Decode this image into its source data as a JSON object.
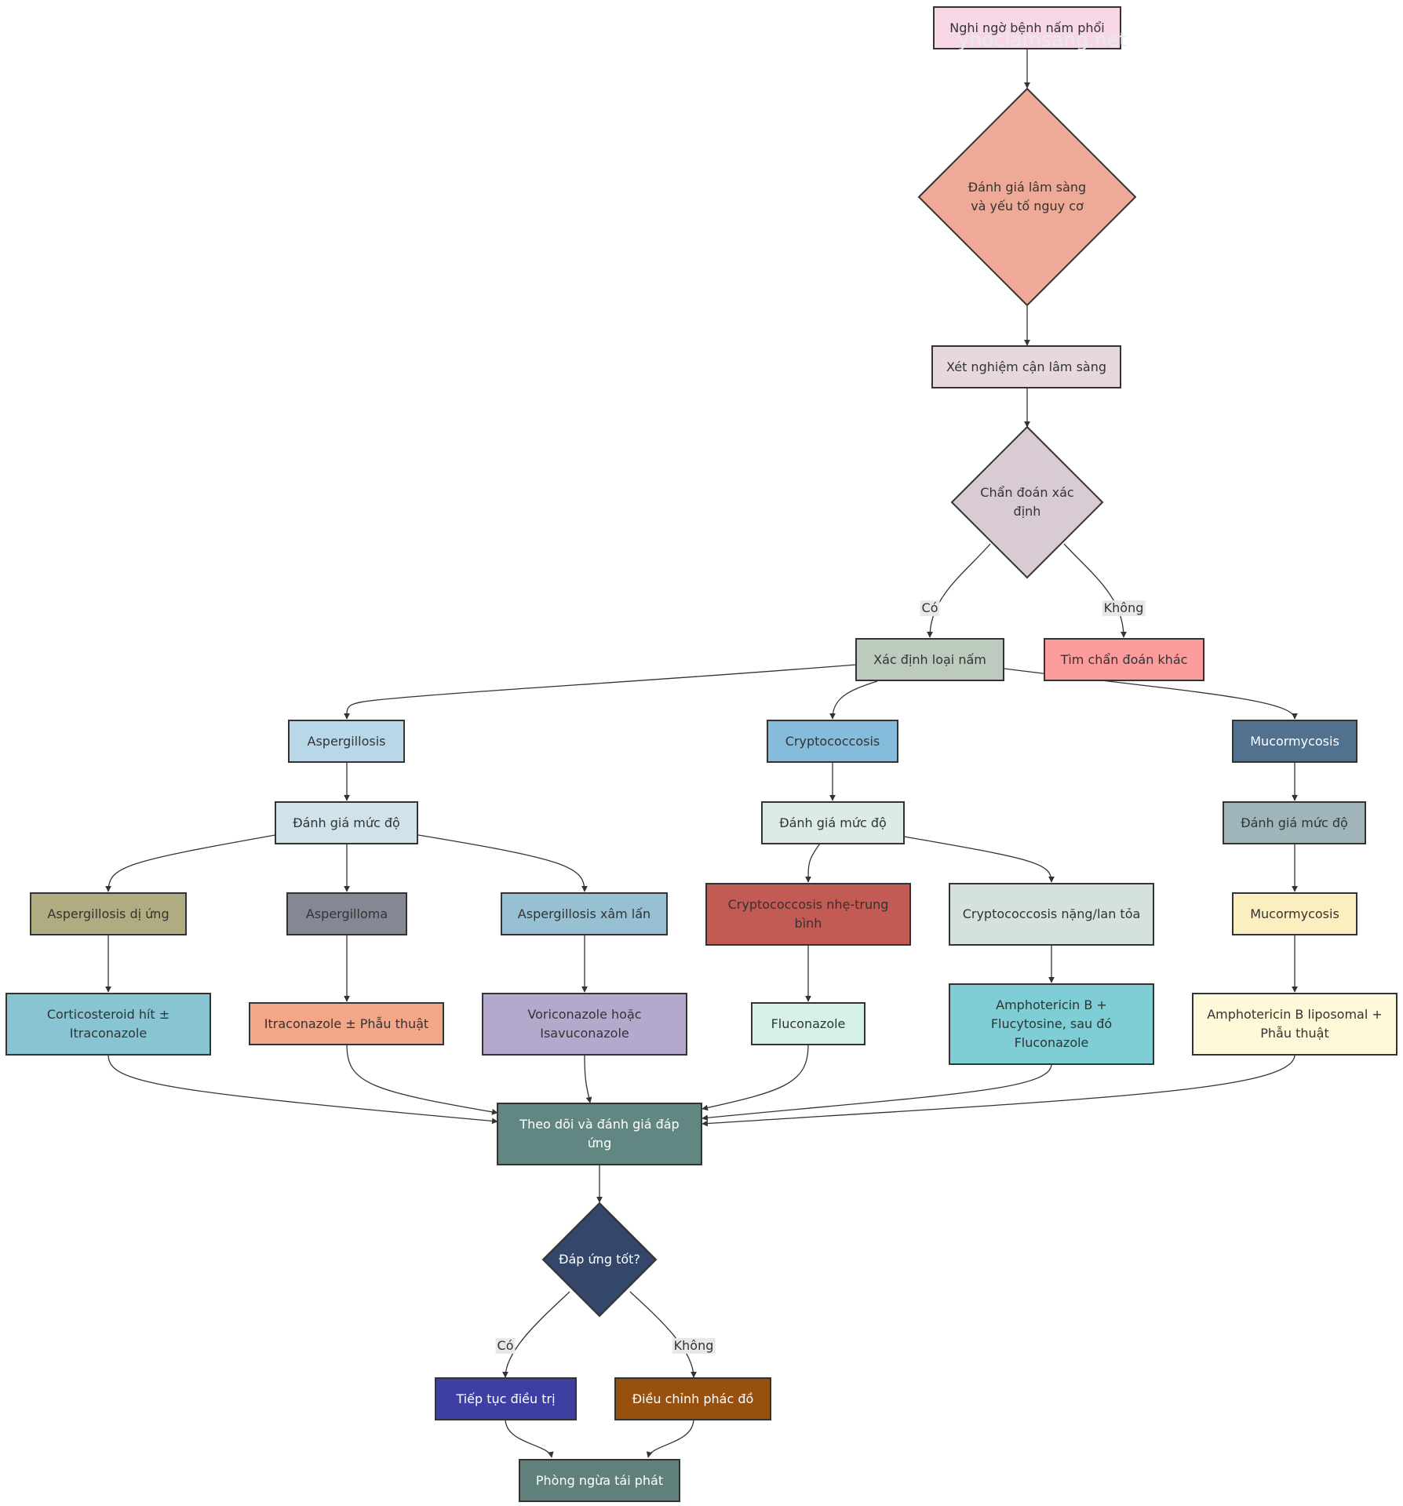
{
  "watermark": "yhoclamsang.net",
  "nodes": {
    "start": "Nghi ngờ bệnh nấm phổi",
    "assess": "Đánh giá lâm sàng và yếu tố nguy cơ",
    "labs": "Xét nghiệm cận lâm sàng",
    "confirm": "Chẩn đoán xác định",
    "identify": "Xác định loại nấm",
    "other": "Tìm chẩn đoán khác",
    "asp": "Aspergillosis",
    "cry": "Cryptococcosis",
    "muc": "Mucormycosis",
    "asp_sev": "Đánh giá mức độ",
    "cry_sev": "Đánh giá mức độ",
    "muc_sev": "Đánh giá mức độ",
    "abpa": "Aspergillosis dị ứng",
    "aspergilloma": "Aspergilloma",
    "invasive": "Aspergillosis xâm lấn",
    "cry_mild": "Cryptococcosis nhẹ-trung bình",
    "cry_severe": "Cryptococcosis nặng/lan tỏa",
    "muc2": "Mucormycosis",
    "tx_abpa": "Corticosteroid hít ± Itraconazole",
    "tx_aspergilloma": "Itraconazole ± Phẫu thuật",
    "tx_invasive": "Voriconazole hoặc Isavuconazole",
    "tx_cry_mild": "Fluconazole",
    "tx_cry_severe": "Amphotericin B + Flucytosine, sau đó Fluconazole",
    "tx_muc": "Amphotericin B liposomal + Phẫu thuật",
    "monitor": "Theo dõi và đánh giá đáp ứng",
    "response": "Đáp ứng tốt?",
    "continue": "Tiếp tục điều trị",
    "adjust": "Điều chỉnh phác đồ",
    "prevent": "Phòng ngừa tái phát"
  },
  "edge_labels": {
    "confirm_yes": "Có",
    "confirm_no": "Không",
    "response_yes": "Có",
    "response_no": "Không"
  },
  "colors": {
    "start": "#f8d7e6",
    "assess": "#eeaa96",
    "labs": "#e6d8dd",
    "confirm": "#d8cbd3",
    "identify": "#bccbbd",
    "other": "#fd9c9c",
    "asp": "#b8d8ea",
    "cry": "#86bcdb",
    "muc": "#51718f",
    "asp_sev": "#d0e2ea",
    "cry_sev": "#dcebe8",
    "muc_sev": "#a0b5ba",
    "abpa": "#b0ac82",
    "aspergilloma": "#838894",
    "invasive": "#97c1d3",
    "cry_mild": "#c25b53",
    "cry_severe": "#d5e1de",
    "muc2": "#fbefbf",
    "tx_abpa": "#88c4d1",
    "tx_aspergilloma": "#f3a788",
    "tx_invasive": "#b5a8cd",
    "tx_cry_mild": "#d6f1e6",
    "tx_cry_severe": "#7fcdd5",
    "tx_muc": "#fdf9d9",
    "monitor": "#628783",
    "response": "#34476a",
    "continue": "#3e3fa2",
    "adjust": "#98500e",
    "prevent": "#5f807b"
  }
}
